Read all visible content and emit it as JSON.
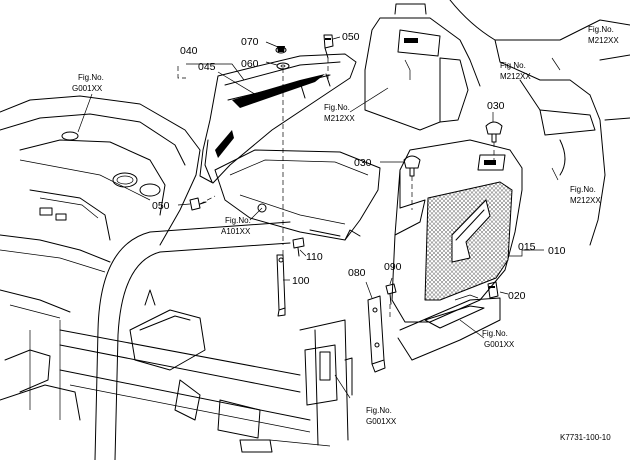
{
  "part_labels": {
    "p010": "010",
    "p015": "015",
    "p020": "020",
    "p030a": "030",
    "p030b": "030",
    "p040": "040",
    "p045": "045",
    "p050a": "050",
    "p050b": "050",
    "p060": "060",
    "p070": "070",
    "p080": "080",
    "p090": "090",
    "p100": "100",
    "p110": "110"
  },
  "figure_refs": {
    "g001_left": {
      "line1": "Fig.No.",
      "line2": "G001XX"
    },
    "m212_top": {
      "line1": "Fig.No.",
      "line2": "M212XX"
    },
    "m212_mid": {
      "line1": "Fig.No.",
      "line2": "M212XX"
    },
    "m212_center": {
      "line1": "Fig.No.",
      "line2": "M212XX"
    },
    "m212_right": {
      "line1": "Fig.No.",
      "line2": "M212XX"
    },
    "a101_center": {
      "line1": "Fig.No.",
      "line2": "A101XX"
    },
    "g001_right": {
      "line1": "Fig.No.",
      "line2": "G001XX"
    },
    "g001_bottom": {
      "line1": "Fig.No.",
      "line2": "G001XX"
    }
  },
  "drawing_number": "K7731-100-10"
}
